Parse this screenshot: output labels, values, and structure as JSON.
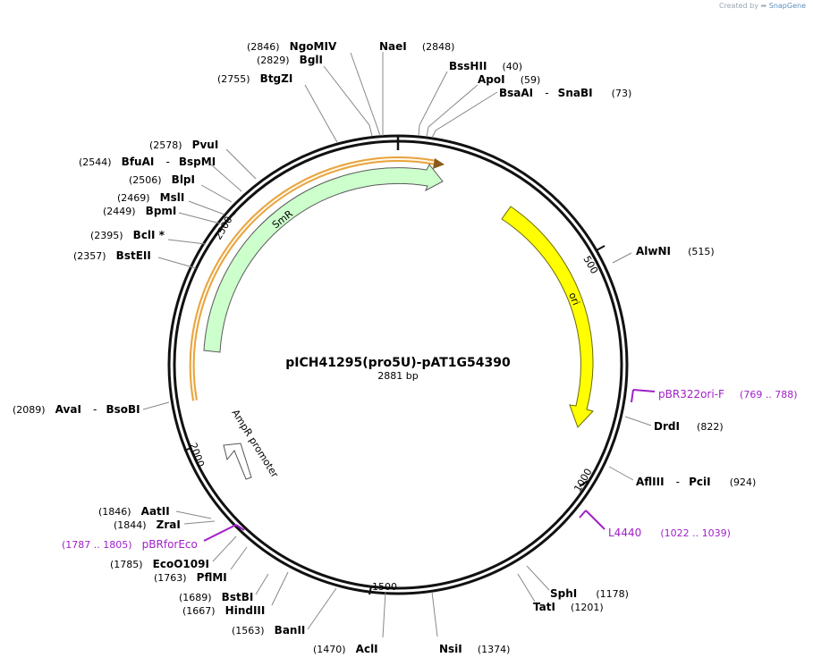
{
  "credit": {
    "prefix": "Created by",
    "brand": "SnapGene"
  },
  "plasmid": {
    "name": "pICH41295(pro5U)-pAT1G54390",
    "length_label": "2881 bp"
  },
  "ticks": [
    "500",
    "1000",
    "1500",
    "2000",
    "2500"
  ],
  "features": [
    {
      "label": "SmR",
      "color": "#ccffcc"
    },
    {
      "label": "ori",
      "color": "#ffff00"
    },
    {
      "label": "AmpR promoter",
      "color": "#ffffff"
    }
  ],
  "enzymes": [
    {
      "pos": "(2846)",
      "name": "NgoMIV"
    },
    {
      "pos": "(2829)",
      "name": "BglI"
    },
    {
      "pos": "(2755)",
      "name": "BtgZI"
    },
    {
      "name": "NaeI",
      "pos": "(2848)"
    },
    {
      "name": "BssHII",
      "pos": "(40)"
    },
    {
      "name": "ApoI",
      "pos": "(59)"
    },
    {
      "name": "BsaAI",
      "sep": "-",
      "name2": "SnaBI",
      "pos": "(73)"
    },
    {
      "pos": "(2578)",
      "name": "PvuI"
    },
    {
      "pos": "(2544)",
      "name": "BfuAI",
      "sep": "-",
      "name2": "BspMI"
    },
    {
      "pos": "(2506)",
      "name": "BlpI"
    },
    {
      "pos": "(2469)",
      "name": "MslI"
    },
    {
      "pos": "(2449)",
      "name": "BpmI"
    },
    {
      "pos": "(2395)",
      "name": "BclI *"
    },
    {
      "pos": "(2357)",
      "name": "BstEII"
    },
    {
      "name": "AlwNI",
      "pos": "(515)"
    },
    {
      "pos": "(2089)",
      "name": "AvaI",
      "sep": "-",
      "name2": "BsoBI"
    },
    {
      "name": "DrdI",
      "pos": "(822)"
    },
    {
      "name": "AflIII",
      "sep": "-",
      "name2": "PciI",
      "pos": "(924)"
    },
    {
      "pos": "(1846)",
      "name": "AatII"
    },
    {
      "pos": "(1844)",
      "name": "ZraI"
    },
    {
      "pos": "(1785)",
      "name": "EcoO109I"
    },
    {
      "pos": "(1763)",
      "name": "PflMI"
    },
    {
      "pos": "(1689)",
      "name": "BstBI"
    },
    {
      "pos": "(1667)",
      "name": "HindIII"
    },
    {
      "pos": "(1563)",
      "name": "BanII"
    },
    {
      "pos": "(1470)",
      "name": "AclI"
    },
    {
      "name": "NsiI",
      "pos": "(1374)"
    },
    {
      "name": "SphI",
      "pos": "(1178)"
    },
    {
      "name": "TatI",
      "pos": "(1201)"
    }
  ],
  "primers": [
    {
      "name": "pBR322ori-F",
      "pos": "(769 .. 788)"
    },
    {
      "name": "L4440",
      "pos": "(1022 .. 1039)"
    },
    {
      "name": "pBRforEco",
      "pos": "(1787 .. 1805)"
    }
  ]
}
